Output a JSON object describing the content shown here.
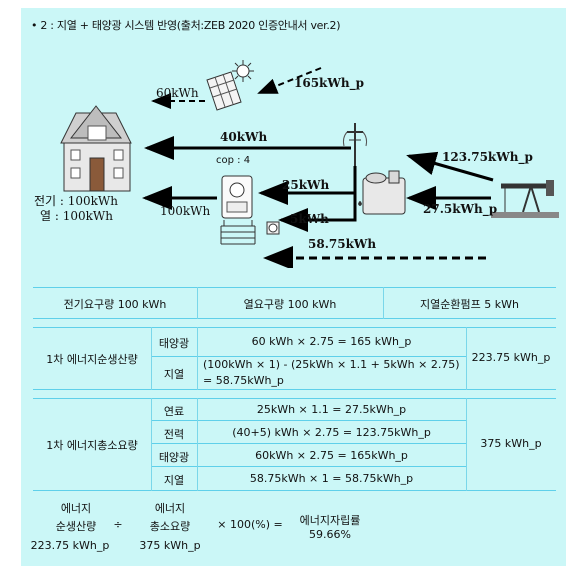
{
  "caption": "• 2 : 지열 + 태양광 시스템 반영(출처:ZEB 2020 인증안내서 ver.2)",
  "diagram": {
    "solar_out": "60kWh",
    "solar_in": "165kWh_p",
    "grid_out": "40kWh",
    "cop": "cop : 4",
    "to_heatpump": "25kWh",
    "pump_in": "5kWh",
    "heat_out": "100kWh",
    "grid_in": "123.75kWh_p",
    "fuel_in": "27.5kWh_p",
    "geo_in": "58.75kWh",
    "house_elec": "전기 : 100kWh",
    "house_heat": "열 : 100kWh"
  },
  "demand": {
    "elec": "전기요구량 100 kWh",
    "heat": "열요구량 100 kWh",
    "pump": "지열순환펌프 5 kWh"
  },
  "net_production": {
    "label": "1차 에너지순생산량",
    "rows": [
      {
        "name": "태양광",
        "formula": "60 kWh × 2.75 = 165 kWh_p"
      },
      {
        "name": "지열",
        "formula_line1": "(100kWh × 1) - (25kWh × 1.1 + 5kWh × 2.75)",
        "formula_line2": "= 58.75kWh_p"
      }
    ],
    "total": "223.75 kWh_p"
  },
  "total_consumption": {
    "label": "1차 에너지총소요량",
    "rows": [
      {
        "name": "연료",
        "formula": "25kWh × 1.1 = 27.5kWh_p"
      },
      {
        "name": "전력",
        "formula": "(40+5) kWh × 2.75 = 123.75kWh_p"
      },
      {
        "name": "태양광",
        "formula": "60kWh × 2.75 = 165kWh_p"
      },
      {
        "name": "지열",
        "formula": "58.75kWh × 1 = 58.75kWh_p"
      }
    ],
    "total": "375 kWh_p"
  },
  "summary": {
    "num_l1": "에너지",
    "num_l2": "순생산량",
    "num_val": "223.75 kWh_p",
    "div": "÷",
    "den_l1": "에너지",
    "den_l2": "총소요량",
    "den_val": "375 kWh_p",
    "times": "× 100(%) =",
    "res_l1": "에너지자립률",
    "res_val": "59.66%"
  }
}
